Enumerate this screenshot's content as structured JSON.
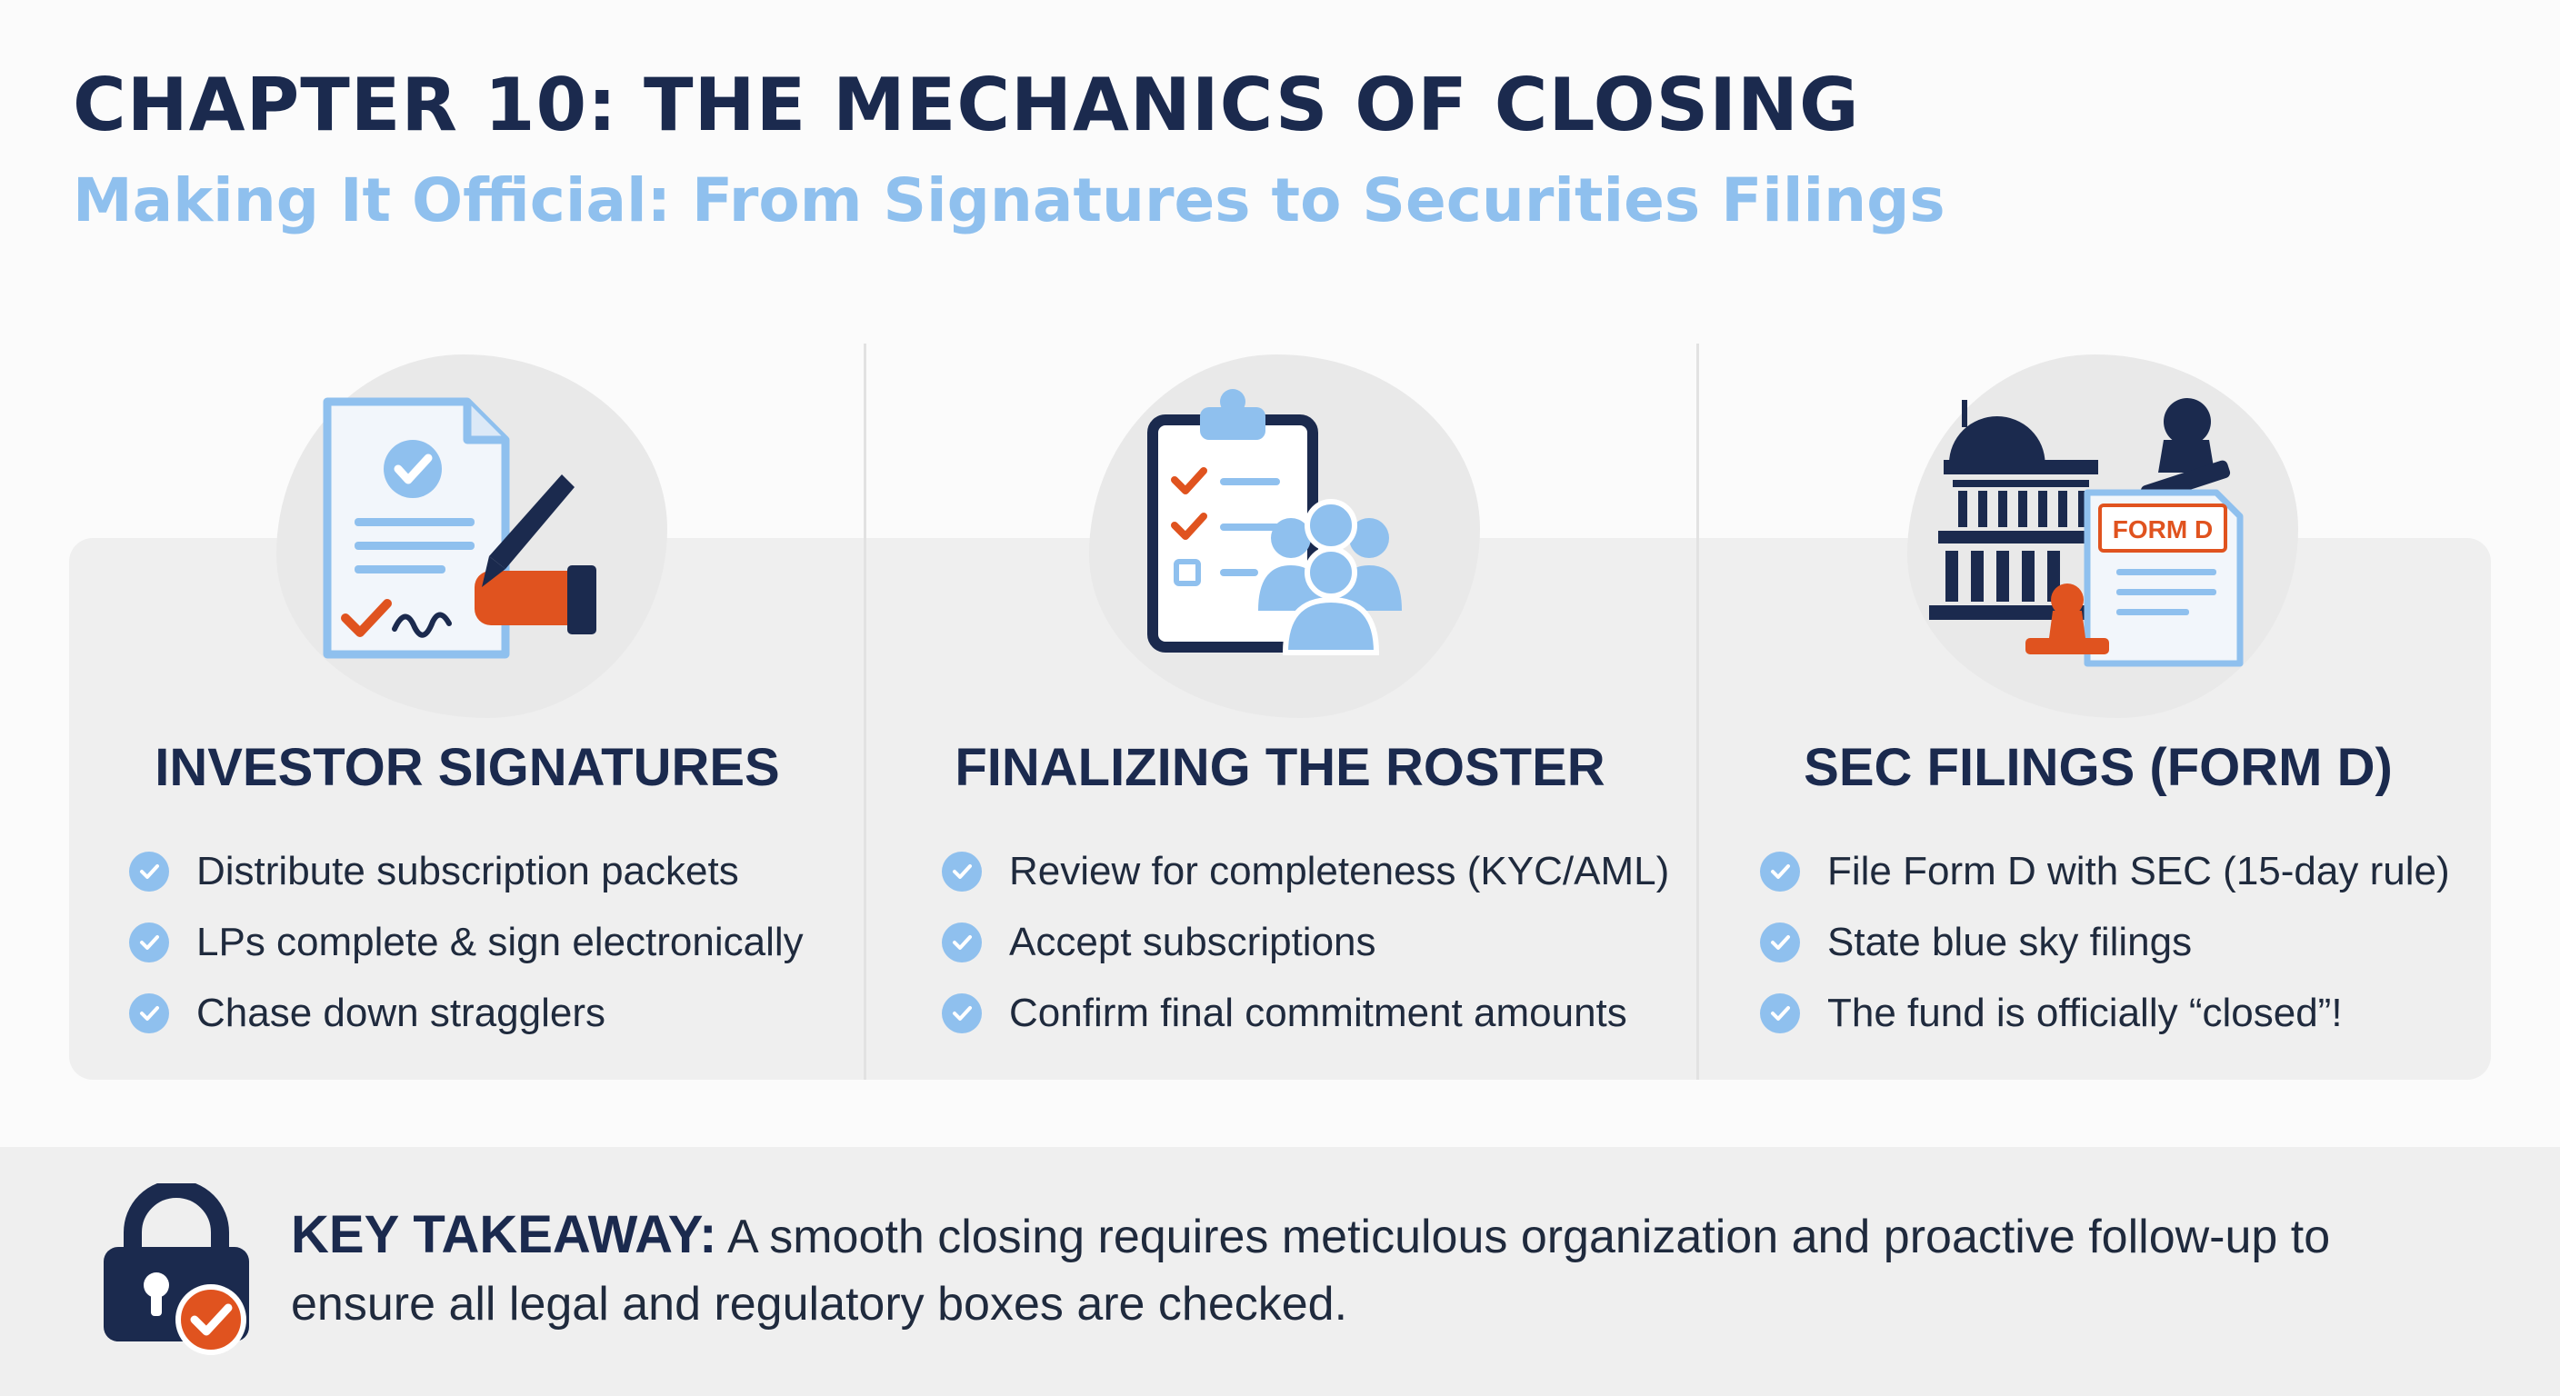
{
  "header": {
    "title": "CHAPTER 10: THE MECHANICS OF CLOSING",
    "subtitle": "Making It Official: From Signatures to Securities Filings"
  },
  "columns": [
    {
      "heading": "INVESTOR SIGNATURES",
      "icon": "document-signing-icon",
      "items": [
        "Distribute subscription packets",
        "LPs complete & sign electronically",
        "Chase down stragglers"
      ]
    },
    {
      "heading": "FINALIZING THE ROSTER",
      "icon": "clipboard-investors-icon",
      "items": [
        "Review for completeness (KYC/AML)",
        "Accept subscriptions",
        "Confirm final commitment amounts"
      ]
    },
    {
      "heading": "SEC FILINGS (FORM D)",
      "icon": "capitol-stamp-icon",
      "stamp_label": "FORM D",
      "items": [
        "File Form D with SEC (15-day rule)",
        "State blue sky filings",
        "The fund is officially “closed”!"
      ]
    }
  ],
  "takeaway": {
    "label": "KEY TAKEAWAY:",
    "text": " A smooth closing requires meticulous organization and proactive follow-up to ensure all legal and regulatory boxes are checked.",
    "icon": "lock-check-icon"
  },
  "colors": {
    "navy": "#1b2a4e",
    "light_blue": "#8fc0ee",
    "orange": "#e0531f"
  }
}
